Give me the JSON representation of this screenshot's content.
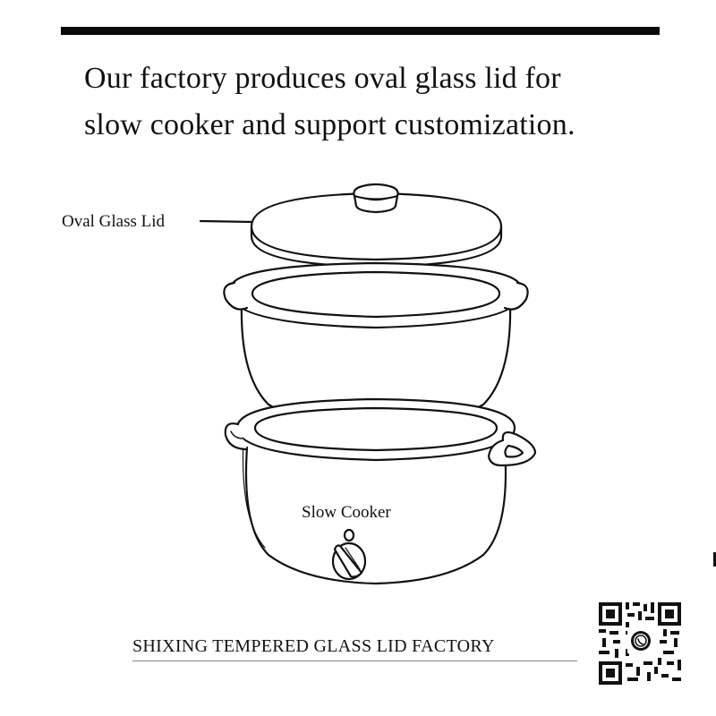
{
  "headline": {
    "line1": "Our factory produces oval glass lid for",
    "line2": "slow cooker and support customization."
  },
  "labels": {
    "lid": "Oval Glass Lid",
    "cooker": "Slow Cooker"
  },
  "footer": {
    "company": "SHIXING TEMPERED GLASS LID FACTORY"
  },
  "icons": {
    "qr": "qr-code-icon",
    "whatsapp": "whatsapp-icon"
  },
  "colors": {
    "ink": "#111111",
    "background": "#ffffff"
  }
}
